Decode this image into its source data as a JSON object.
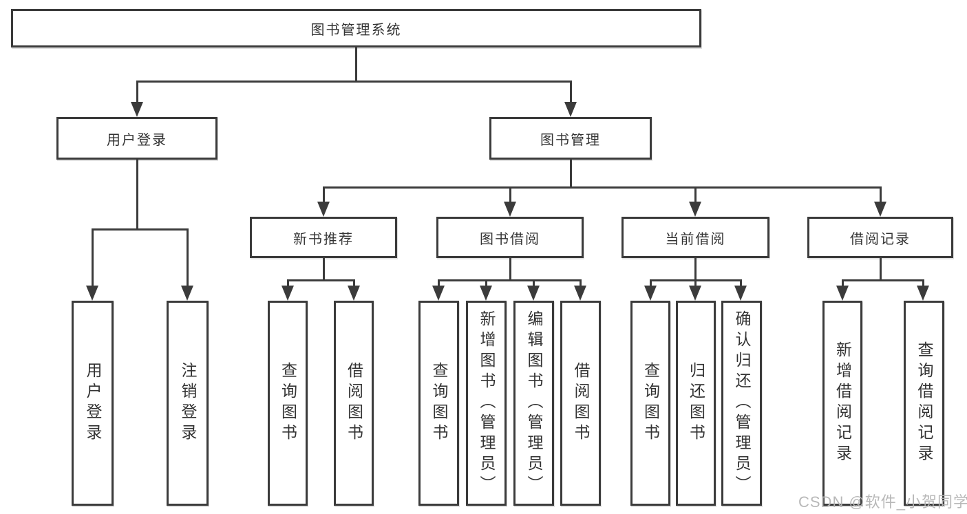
{
  "diagram": {
    "root": {
      "label": "图书管理系统"
    },
    "level2": [
      {
        "label": "用户登录"
      },
      {
        "label": "图书管理"
      }
    ],
    "level3": [
      {
        "label": "新书推荐"
      },
      {
        "label": "图书借阅"
      },
      {
        "label": "当前借阅"
      },
      {
        "label": "借阅记录"
      }
    ],
    "leaves": {
      "user_login": [
        "用户登录",
        "注销登录"
      ],
      "new_book": [
        "查询图书",
        "借阅图书"
      ],
      "book_borrow": [
        "查询图书",
        "新增图书（管理员）",
        "编辑图书（管理员）",
        "借阅图书"
      ],
      "current_borrow": [
        "查询图书",
        "归还图书",
        "确认归还（管理员）"
      ],
      "borrow_records": [
        "新增借阅记录",
        "查询借阅记录"
      ]
    }
  },
  "watermark": {
    "text": "CSDN @软件_小贺同学"
  },
  "colors": {
    "line": "#3b3b3b",
    "text": "#333333",
    "watermark": "#b5b5b5",
    "background": "#ffffff"
  }
}
